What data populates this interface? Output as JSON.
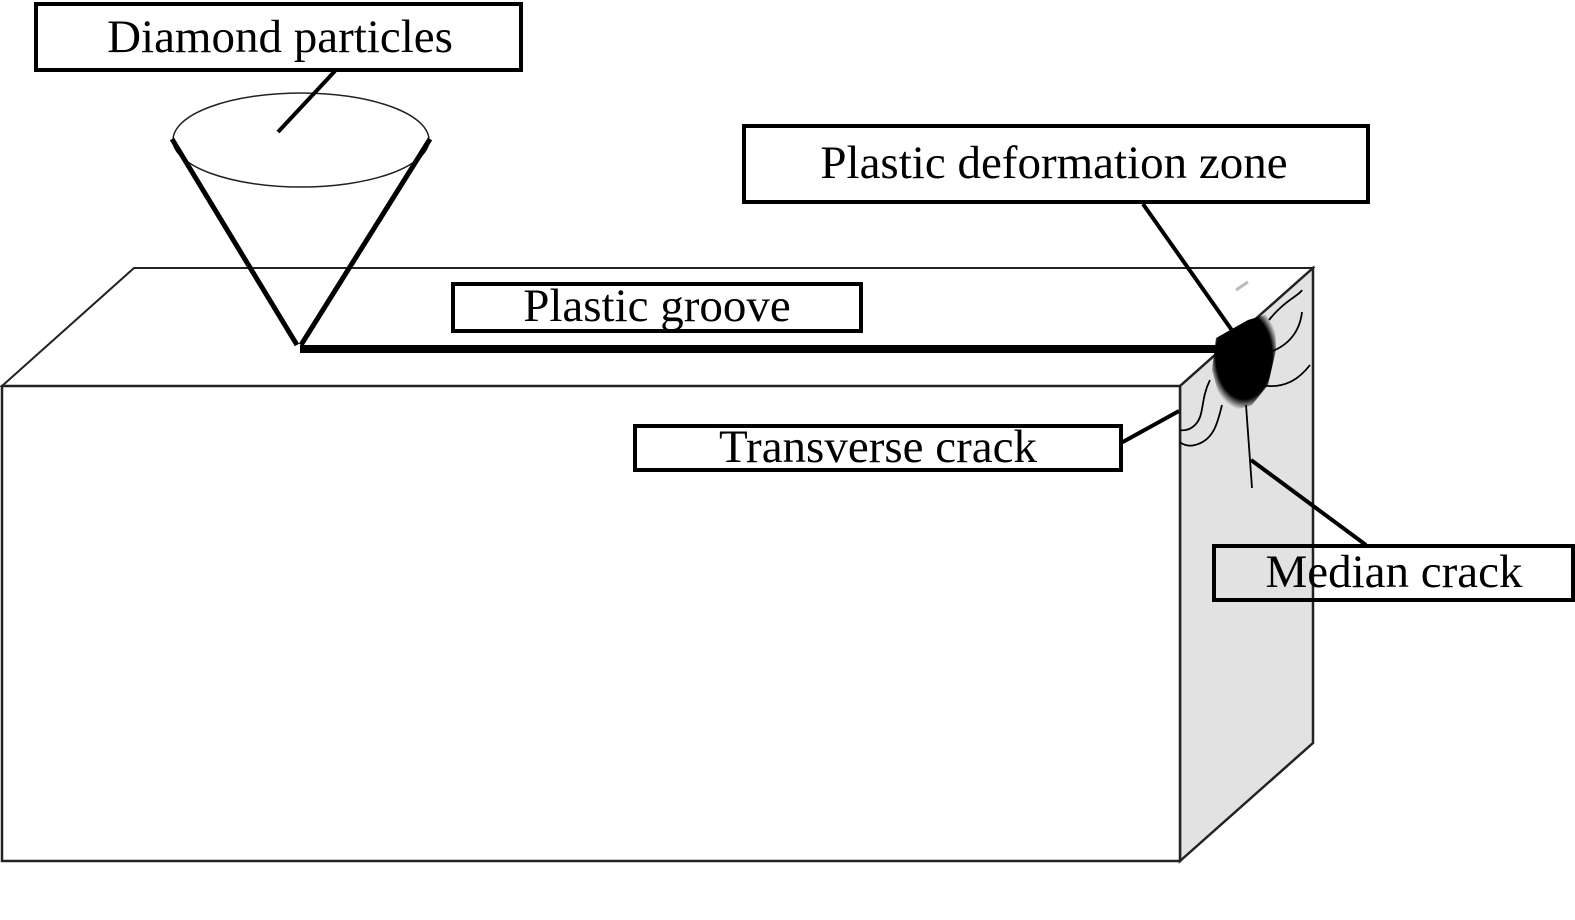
{
  "diagram": {
    "title": "Diamond wire cutting: crack formation schematic",
    "labels": {
      "diamond_particles": "Diamond particles",
      "plastic_deformation_zone": "Plastic deformation zone",
      "plastic_groove": "Plastic groove",
      "transverse_crack": "Transverse crack",
      "median_crack": "Median crack"
    },
    "colors": {
      "line": "#000000",
      "side_face": "#e2e2e2",
      "background": "#ffffff"
    }
  }
}
